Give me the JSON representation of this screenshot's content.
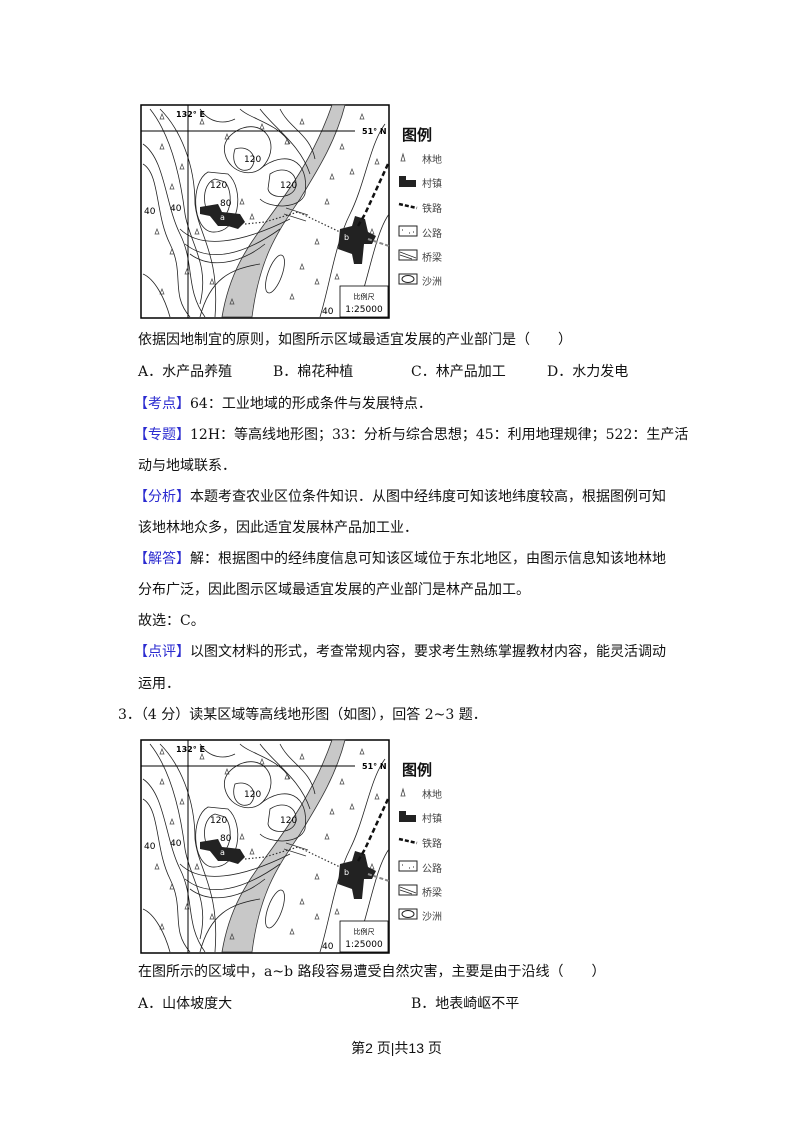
{
  "map": {
    "lon_label": "132° E",
    "lat_label": "51° N",
    "contours": [
      "120",
      "120",
      "120",
      "80",
      "40",
      "40",
      "40"
    ],
    "point_a": "a",
    "point_b": "b",
    "scale_title": "比例尺",
    "scale_value": "1:25000"
  },
  "legend": {
    "title": "图例",
    "items": [
      {
        "icon": "tree-icon",
        "label": "林地"
      },
      {
        "icon": "village-icon",
        "label": "村镇"
      },
      {
        "icon": "railway-icon",
        "label": "铁路"
      },
      {
        "icon": "road-icon",
        "label": "公路"
      },
      {
        "icon": "bridge-icon",
        "label": "桥梁"
      },
      {
        "icon": "sandbar-icon",
        "label": "沙洲"
      }
    ]
  },
  "q2": {
    "stem": "依据因地制宜的原则，如图所示区域最适宜发展的产业部门是（　　）",
    "options": [
      "A．水产品养殖",
      "B．棉花种植",
      "C．林产品加工",
      "D．水力发电"
    ],
    "kaodian_tag": "【考点】",
    "kaodian": "64：工业地域的形成条件与发展特点．",
    "zhuanti_tag": "【专题】",
    "zhuanti_1": "12H：等高线地形图；33：分析与综合思想；45：利用地理规律；522：生产活",
    "zhuanti_2": "动与地域联系．",
    "fenxi_tag": "【分析】",
    "fenxi_1": "本题考查农业区位条件知识．从图中经纬度可知该地纬度较高，根据图例可知",
    "fenxi_2": "该地林地众多，因此适宜发展林产品加工业．",
    "jieda_tag": "【解答】",
    "jieda_1": "解：根据图中的经纬度信息可知该区域位于东北地区，由图示信息知该地林地",
    "jieda_2": "分布广泛，因此图示区域最适宜发展的产业部门是林产品加工。",
    "answer": "故选：C。",
    "dianping_tag": "【点评】",
    "dianping_1": "以图文材料的形式，考查常规内容，要求考生熟练掌握教材内容，能灵活调动",
    "dianping_2": "运用．"
  },
  "q3": {
    "header": "3．（4 分）读某区域等高线地形图（如图），回答 2~3 题．",
    "stem": "在图所示的区域中，a~b 路段容易遭受自然灾害，主要是由于沿线（　　）",
    "options": [
      "A．山体坡度大",
      "B．地表崎岖不平"
    ]
  },
  "footer": "第2 页|共13 页"
}
